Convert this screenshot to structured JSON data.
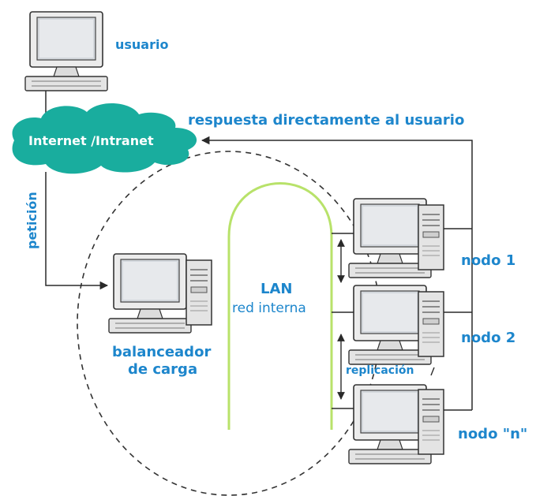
{
  "labels": {
    "user": "usuario",
    "cloud": "Internet /Intranet",
    "response": "respuesta directamente al usuario",
    "request": "petición",
    "lan_title": "LAN",
    "lan_subtitle": "red interna",
    "balancer_line1": "balanceador",
    "balancer_line2": "de carga",
    "node1": "nodo 1",
    "node2": "nodo 2",
    "noden": "nodo \"n\"",
    "replication": "replicación"
  },
  "colors": {
    "label_blue": "#1d86cc",
    "cloud_fill": "#19ad9e",
    "lan_curve": "#b8e26a",
    "line": "#2a2a2a",
    "monitor_frame": "#e9e9e9",
    "screen": "#cfd4da"
  },
  "icons": [
    "workstation-icon",
    "server-tower-icon",
    "cloud-icon",
    "arrow-icon"
  ]
}
